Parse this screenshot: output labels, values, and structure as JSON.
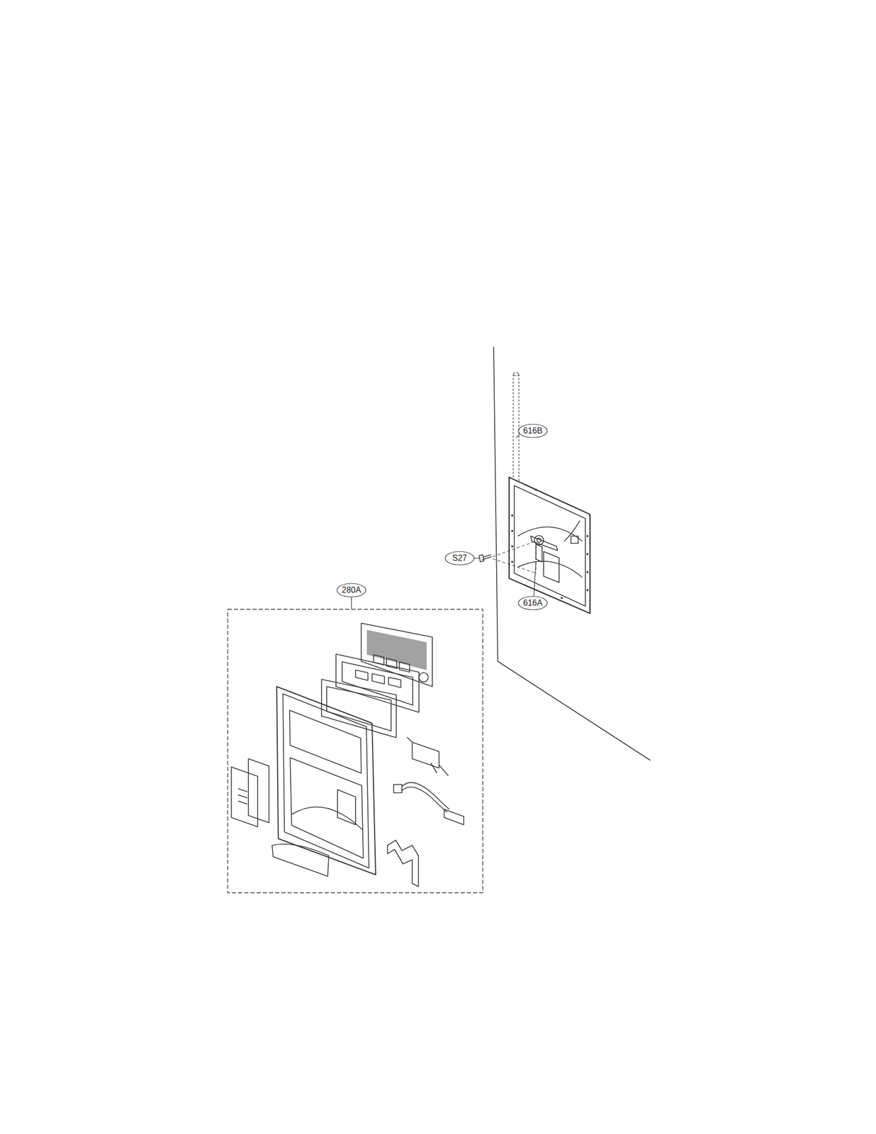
{
  "diagram": {
    "labels": [
      "616B",
      "S27",
      "280A",
      "616A"
    ]
  }
}
